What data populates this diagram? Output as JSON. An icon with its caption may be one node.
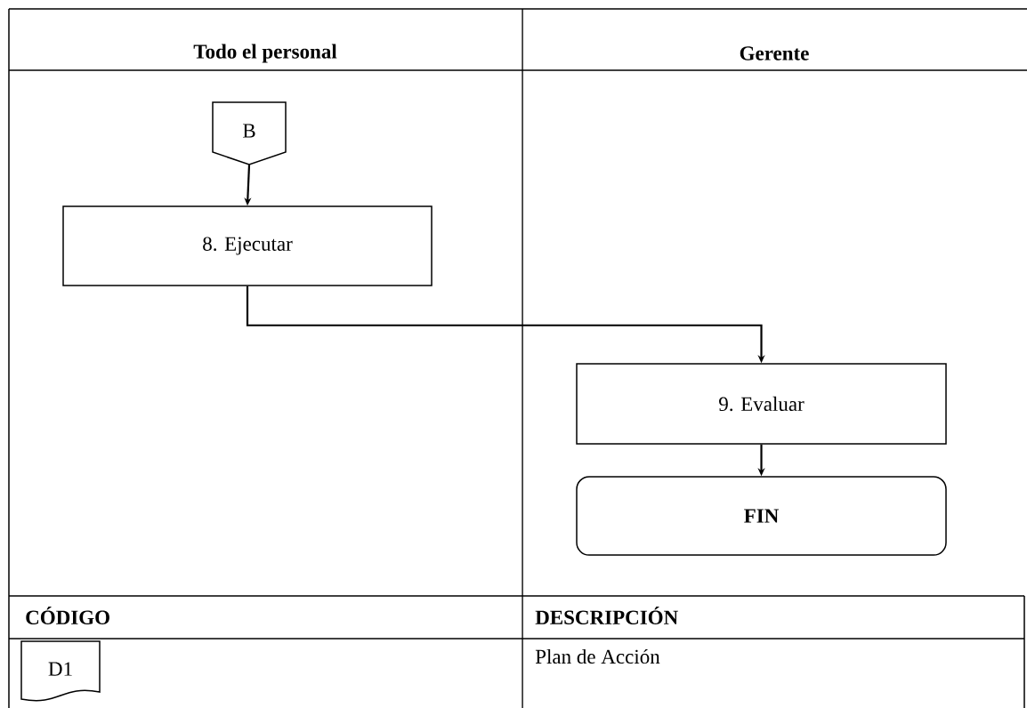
{
  "diagram": {
    "nodes": [
      {
        "text": [
          "B"
        ]
      },
      {
        "text": [
          "8. Ejecutar"
        ]
      },
      {
        "text": [
          "9. Evaluar"
        ]
      },
      {
        "text": [
          "FIN"
        ]
      },
      {
        "text": [
          "D1"
        ]
      }
    ],
    "edges": [
      {
        "from": 0,
        "to": 1,
        "arrow": "to"
      },
      {
        "from": 1,
        "to": 2,
        "arrow": "to"
      },
      {
        "from": 2,
        "to": 3,
        "arrow": "to"
      }
    ],
    "labels": [
      "Todo el personal",
      "Gerente",
      "CÓDIGO",
      "DESCRIPCIÓN",
      "Plan de Acción"
    ]
  }
}
